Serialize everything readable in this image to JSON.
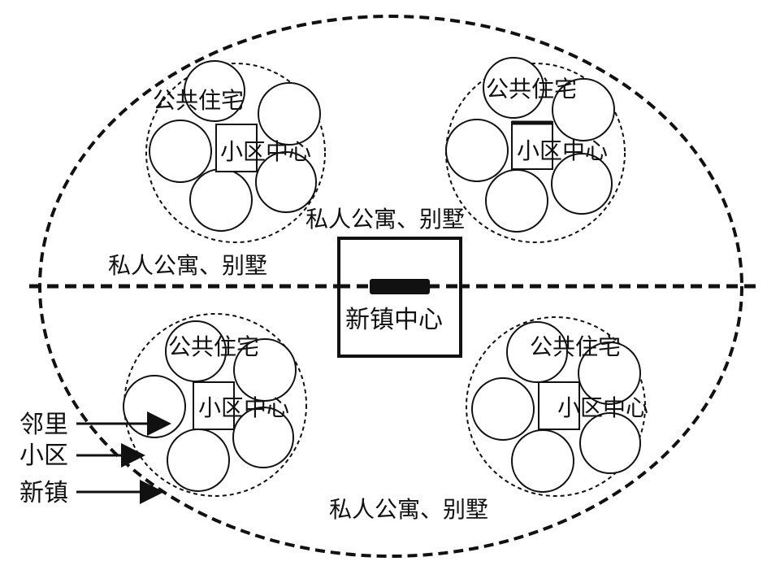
{
  "labels": {
    "public_housing": "公共住宅",
    "district_center": "小区中心",
    "private_apartments": "私人公寓、别墅",
    "new_town_center": "新镇中心"
  },
  "legend": {
    "neighborhood": "邻里",
    "district": "小区",
    "new_town": "新镇"
  },
  "colors": {
    "line": "#111111",
    "background": "#ffffff"
  }
}
